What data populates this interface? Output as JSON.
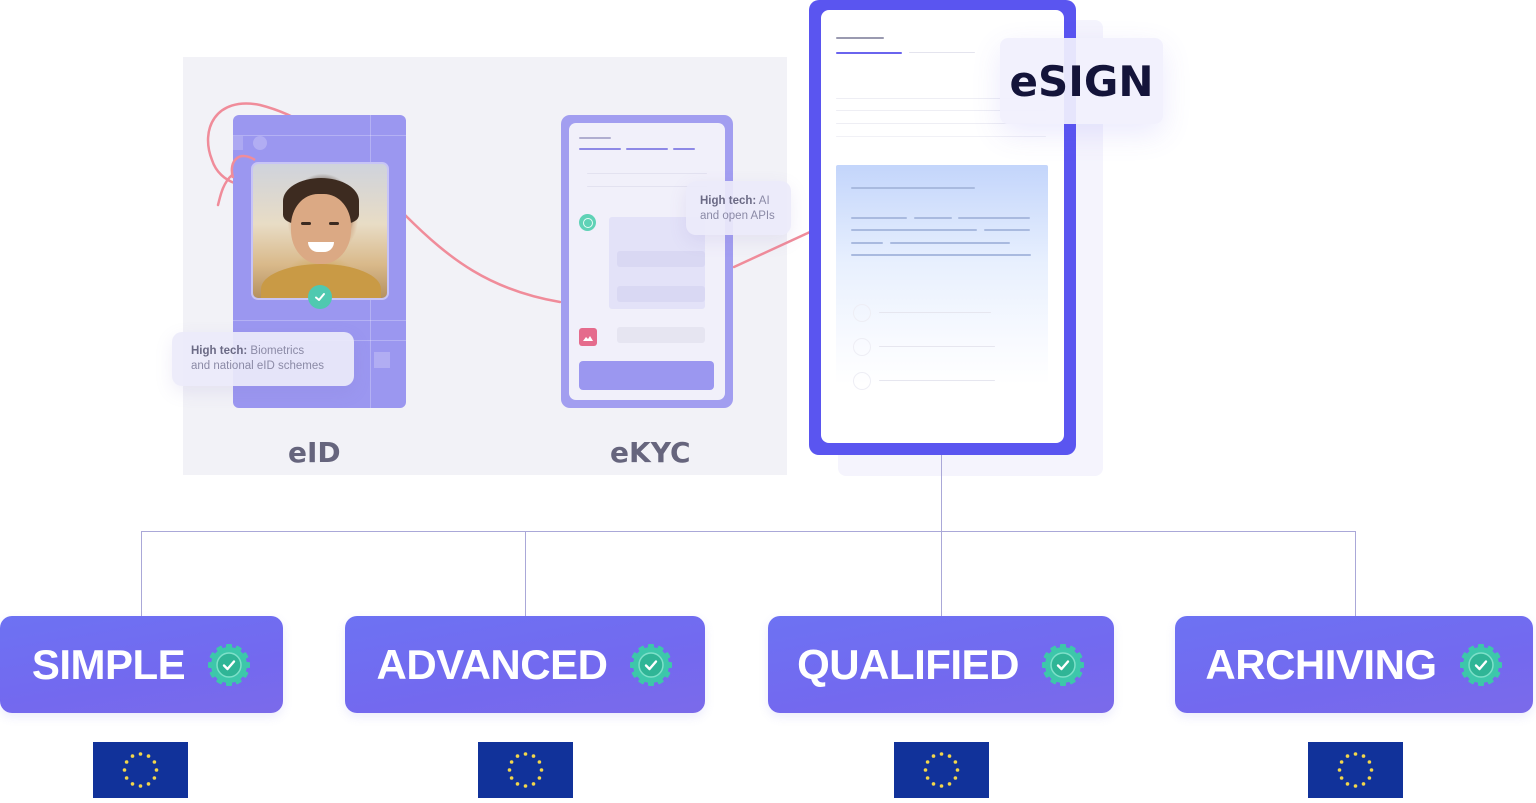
{
  "colors": {
    "accent": "#5a55f0",
    "level_box": "#6d72f3",
    "connector": "#aaa8d8",
    "check_teal": "#4fc9b0",
    "pink_path": "#f08c9a",
    "eu_blue": "#11329a",
    "eu_star": "#f2d64b",
    "label_gray": "#66657d",
    "esign_text": "#14143a"
  },
  "stages": {
    "eid": {
      "label": "eID",
      "tooltip_bold": "High tech:",
      "tooltip_line1": " Biometrics",
      "tooltip_line2": "and national eID schemes",
      "icon": "check-icon"
    },
    "ekyc": {
      "label": "eKYC",
      "tooltip_bold": "High tech:",
      "tooltip_line1": " AI",
      "tooltip_line2": "and open APIs",
      "icons": [
        "success-circle-icon",
        "image-icon"
      ]
    },
    "esign": {
      "label": "eSIGN",
      "radio_options": 3
    }
  },
  "levels": [
    {
      "label": "SIMPLE",
      "icon": "verified-badge-icon",
      "flag": "eu-flag-icon"
    },
    {
      "label": "ADVANCED",
      "icon": "verified-badge-icon",
      "flag": "eu-flag-icon"
    },
    {
      "label": "QUALIFIED",
      "icon": "verified-badge-icon",
      "flag": "eu-flag-icon"
    },
    {
      "label": "ARCHIVING",
      "icon": "verified-badge-icon",
      "flag": "eu-flag-icon"
    }
  ]
}
